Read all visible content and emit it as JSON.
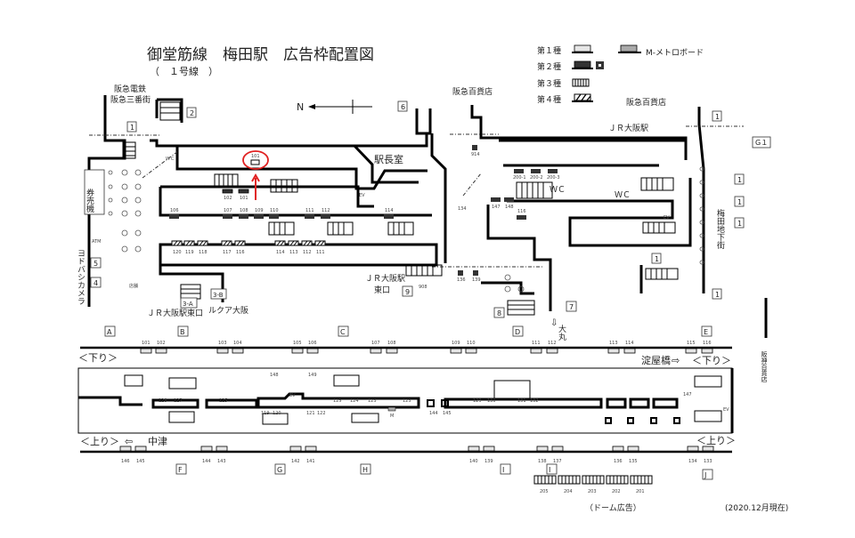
{
  "title": "御堂筋線　梅田駅　広告枠配置図",
  "subtitle": "（　１号線　）",
  "north_label": "N",
  "legend": {
    "type1": "第１種",
    "type2": "第２種",
    "type3": "第３種",
    "type4": "第４種",
    "metro_board": "M-メトロボード"
  },
  "places": {
    "hankyu_railway": "阪急電鉄",
    "hankyu_sanbangai": "阪急三番街",
    "hankyu_dept1": "阪急百貨店",
    "hankyu_dept2": "阪急百貨店",
    "jr_osaka": "ＪＲ大阪駅",
    "station_master": "駅長室",
    "ticket_machines": "券売機",
    "atm": "ATM",
    "yodobashi": "ヨドバシカメラ",
    "shop": "店舗",
    "jr_east1": "ＪＲ大阪駅東口",
    "lucua": "ルクア大阪",
    "jr_east2_a": "ＪＲ大阪駅",
    "jr_east2_b": "東口",
    "umeda_chika": "梅田地下街",
    "daimaru": "大丸",
    "hanshin": "阪神百貨店",
    "wc": "ＷＣ",
    "ev": "EV"
  },
  "exits": {
    "e1": "1",
    "e2": "2",
    "e3a": "3-A",
    "e3b": "3-B",
    "e4": "4",
    "e5": "5",
    "e6": "6",
    "e7": "7",
    "e8": "8",
    "e9": "9",
    "g1": "G１"
  },
  "concourse_ads": {
    "circled": "101",
    "upper": [
      "102",
      "101"
    ],
    "middle": [
      "106",
      "107",
      "108",
      "109",
      "110",
      "111",
      "112",
      "114"
    ],
    "lower": [
      "120",
      "119",
      "118",
      "117",
      "116",
      "114",
      "113",
      "112",
      "111"
    ],
    "east": [
      "200-1",
      "200-2",
      "200-3",
      "147",
      "148",
      "116",
      "914",
      "134",
      "136",
      "139",
      "908"
    ]
  },
  "platform": {
    "down_label": "＜下り＞",
    "up_label": "＜上り＞",
    "yodoyabashi": "淀屋橋",
    "nakatsu": "中津",
    "car_letters_top": [
      "A",
      "B",
      "C",
      "D",
      "E"
    ],
    "car_letters_bottom": [
      "F",
      "G",
      "H",
      "I",
      "I",
      "J"
    ],
    "top_ads": [
      "101",
      "102",
      "103",
      "104",
      "105",
      "106",
      "107",
      "108",
      "109",
      "110",
      "111",
      "112",
      "113",
      "114",
      "115",
      "116"
    ],
    "bottom_ads": [
      "146",
      "145",
      "144",
      "143",
      "142",
      "141",
      "140",
      "139",
      "138",
      "137",
      "136",
      "135",
      "134",
      "133"
    ],
    "inner_ads": [
      "128",
      "127",
      "125",
      "119",
      "120",
      "121",
      "122",
      "125",
      "124",
      "123",
      "123",
      "144",
      "145",
      "129",
      "130",
      "131",
      "132",
      "147",
      "148",
      "149"
    ],
    "metro_mark": "M",
    "dome_ads": [
      "205",
      "204",
      "203",
      "202",
      "201"
    ],
    "dome_caption": "（ドーム広告）"
  },
  "as_of": "(2020.12月現在)",
  "colors": {
    "highlight": "#e02020"
  }
}
